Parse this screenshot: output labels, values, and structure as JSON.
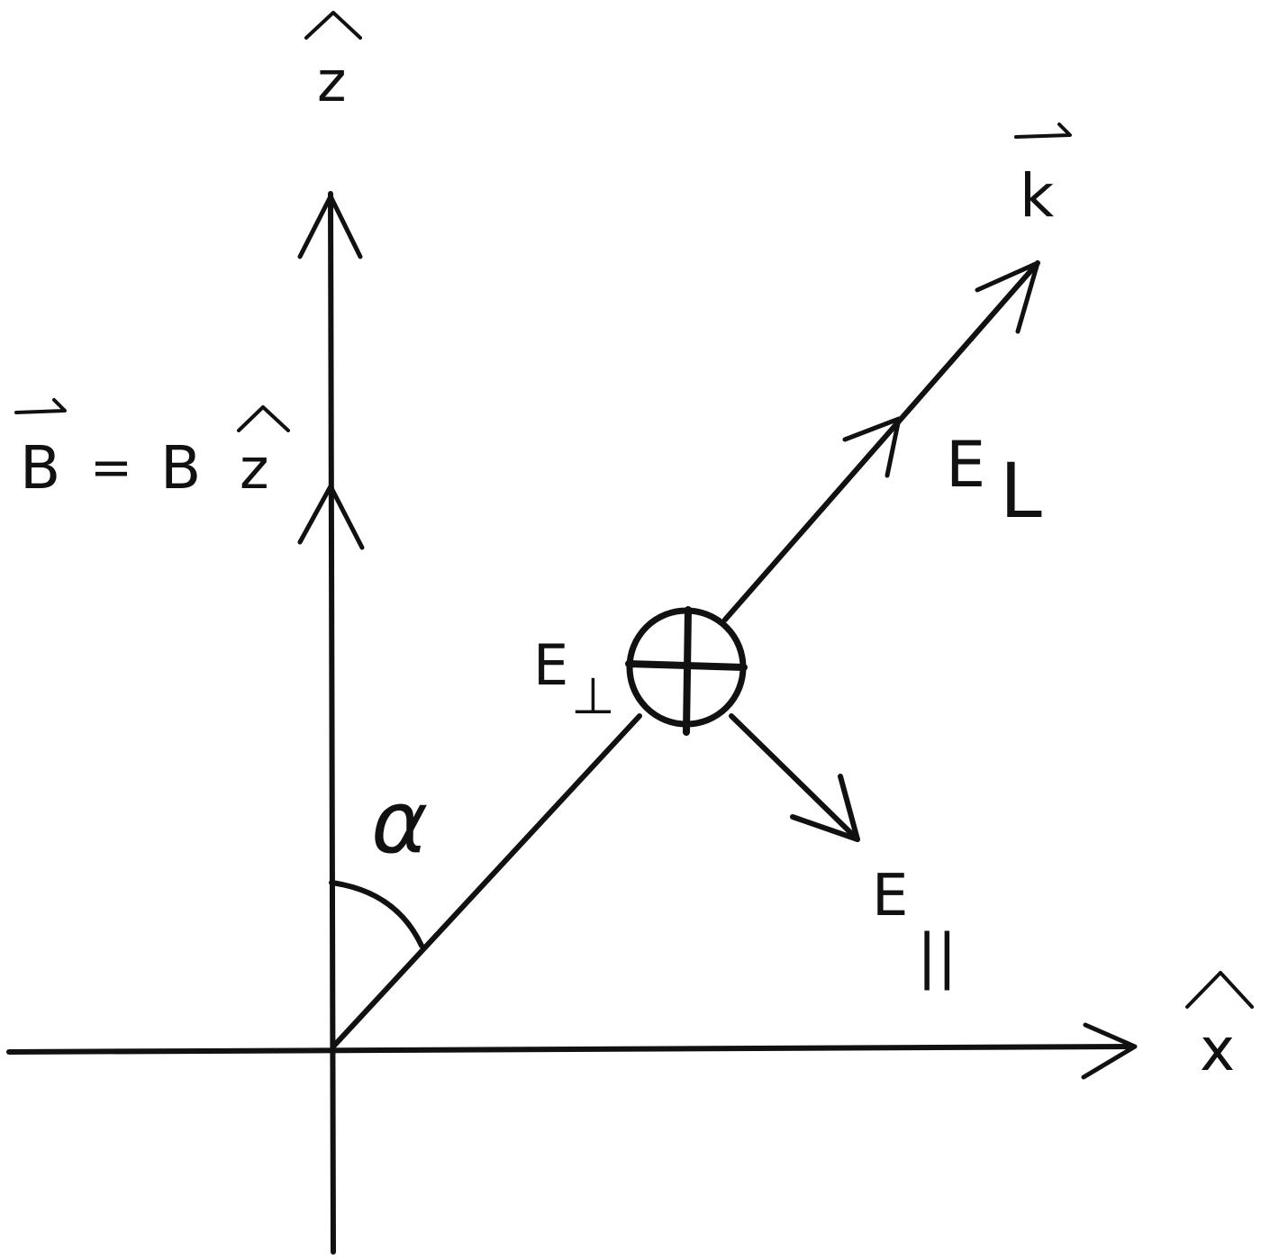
{
  "labels": {
    "z_axis": "z",
    "x_axis": "x",
    "k_vector": "k",
    "b_field_B1": "B",
    "b_field_eq": "=",
    "b_field_B2": "B",
    "b_field_z": "z",
    "alpha": "α",
    "e_longitudinal": "E",
    "e_longitudinal_sub": "L",
    "e_perp": "E",
    "e_perp_sub": "⊥",
    "e_parallel": "E",
    "e_parallel_sub": "||"
  },
  "colors": {
    "ink": "#111111",
    "background": "#ffffff"
  }
}
